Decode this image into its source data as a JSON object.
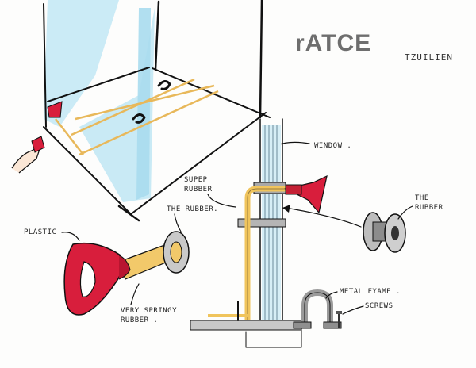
{
  "title": "rATCE",
  "author": "TZUILIEN",
  "labels": {
    "window": "WINDOW .",
    "super_rubber_1": "SUPEP",
    "super_rubber_2": "RUBBER",
    "the_rubber_top": "THE RUBBER.",
    "the_rubber_right_1": "THE",
    "the_rubber_right_2": "RUBBER",
    "plastic": "PLASTIC",
    "very_springy_1": "VERY SPRINGY",
    "very_springy_2": "RUBBER .",
    "metal_frame": "METAL FYAME .",
    "screws": "SCREWS"
  },
  "colors": {
    "red": "#d81e3c",
    "yellow": "#f2c96a",
    "blue": "#bfe6f3",
    "grey": "#9a9a9a",
    "ink": "#111111"
  }
}
